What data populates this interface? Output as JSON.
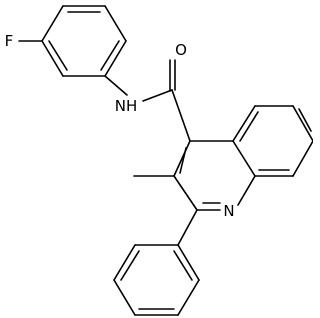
{
  "molecule": {
    "atoms": {
      "fluorine": "F",
      "amide_nh": "NH",
      "carbonyl_oxygen": "O",
      "ring_nitrogen": "N"
    },
    "colors": {
      "bond": "#000000",
      "label": "#000000",
      "background": "#ffffff"
    }
  }
}
